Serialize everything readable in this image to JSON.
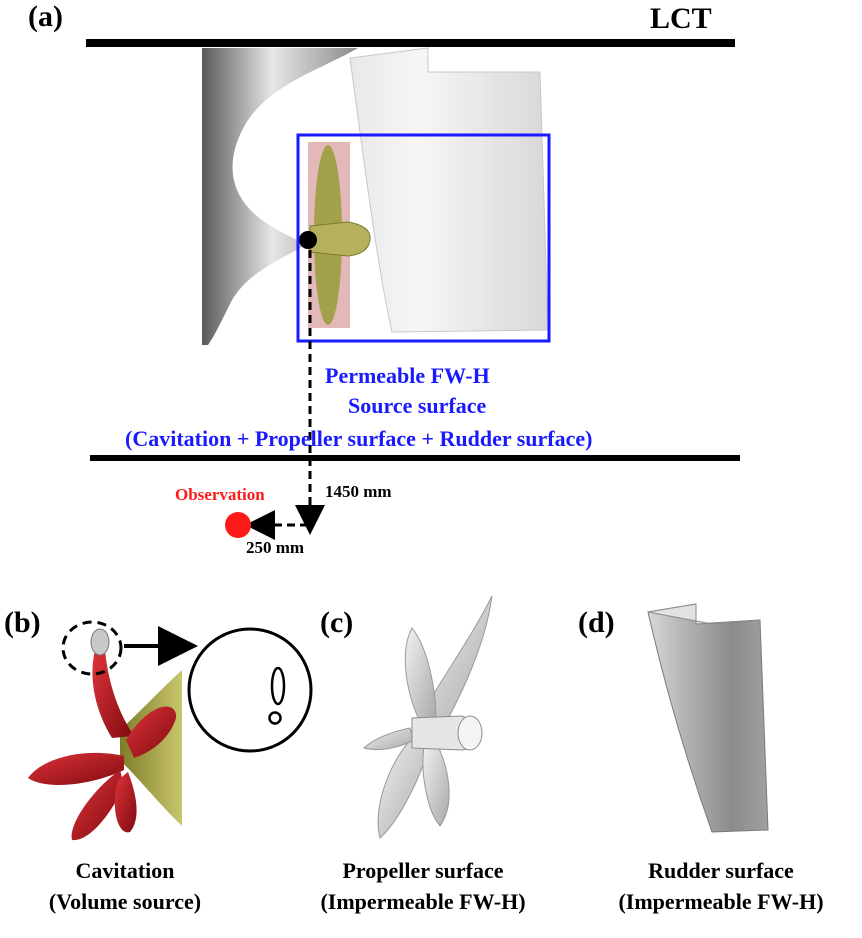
{
  "panel_labels": {
    "a": "(a)",
    "b": "(b)",
    "c": "(c)",
    "d": "(d)"
  },
  "top_label": "LCT",
  "source_surface": {
    "line1": "Permeable FW-H",
    "line2": "Source surface",
    "line3": "(Cavitation + Propeller surface + Rudder surface)"
  },
  "observation_label": "Observation",
  "dimensions": {
    "vertical": "1450 mm",
    "horizontal": "250 mm"
  },
  "captions": {
    "b": {
      "line1": "Cavitation",
      "line2": "(Volume source)"
    },
    "c": {
      "line1": "Propeller surface",
      "line2": "(Impermeable FW-H)"
    },
    "d": {
      "line1": "Rudder surface",
      "line2": "(Impermeable FW-H)"
    }
  },
  "colors": {
    "source_box": "#1a1aff",
    "observation": "#ff1a1a",
    "propeller_red": "#c8161e",
    "hub_olive": "#9c9a3c"
  }
}
